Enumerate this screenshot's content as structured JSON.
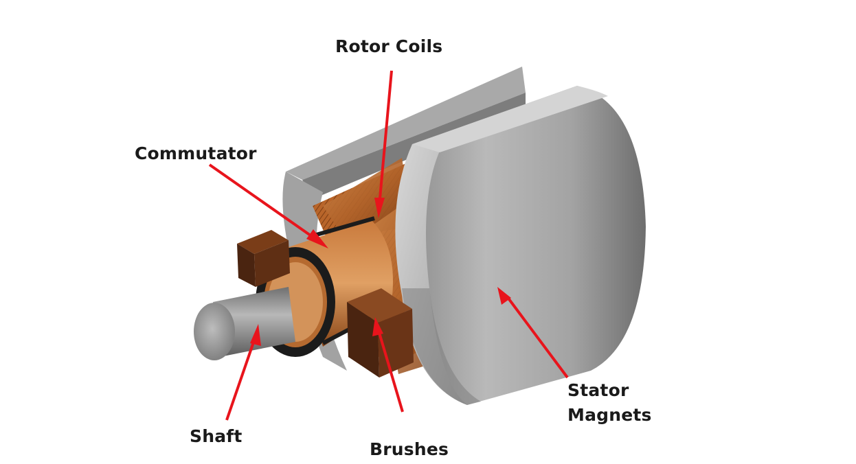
{
  "labels": {
    "rotor_coils": "Rotor Coils",
    "commutator": "Commutator",
    "shaft": "Shaft",
    "brushes": "Brushes",
    "stator_line1": "Stator",
    "stator_line2": "Magnets"
  },
  "colors": {
    "arrow": "#e8141c",
    "housing": "#9a9a9a",
    "copper": "#b8652a",
    "brush": "#5a2e12",
    "shaft": "#8f8f8f",
    "label_text": "#1a1a1a"
  }
}
